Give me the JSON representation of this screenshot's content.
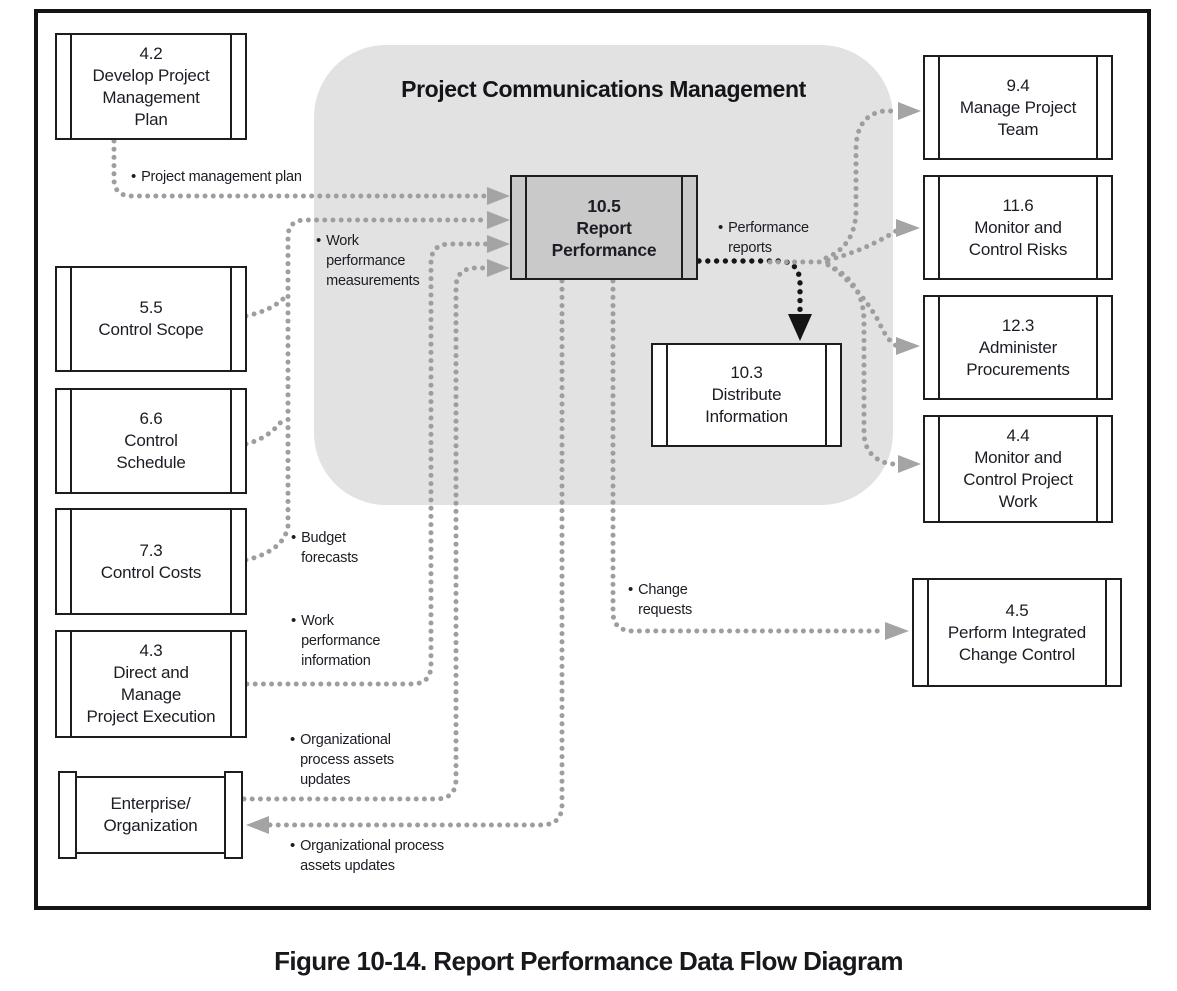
{
  "figure_caption": "Figure 10-14. Report Performance Data Flow Diagram",
  "panel_title": "Project Communications Management",
  "bullet": "•",
  "boxes": {
    "develop_project_management_plan": {
      "num": "4.2",
      "name": "Develop Project\nManagement\nPlan"
    },
    "control_scope": {
      "num": "5.5",
      "name": "Control Scope"
    },
    "control_schedule": {
      "num": "6.6",
      "name": "Control\nSchedule"
    },
    "control_costs": {
      "num": "7.3",
      "name": "Control Costs"
    },
    "direct_and_manage_project_execution": {
      "num": "4.3",
      "name": "Direct and\nManage\nProject Execution"
    },
    "enterprise_organization": {
      "name": "Enterprise/\nOrganization"
    },
    "report_performance": {
      "num": "10.5",
      "name": "Report\nPerformance"
    },
    "distribute_information": {
      "num": "10.3",
      "name": "Distribute\nInformation"
    },
    "manage_project_team": {
      "num": "9.4",
      "name": "Manage Project\nTeam"
    },
    "monitor_and_control_risks": {
      "num": "11.6",
      "name": "Monitor and\nControl Risks"
    },
    "administer_procurements": {
      "num": "12.3",
      "name": "Administer\nProcurements"
    },
    "monitor_and_control_project_work": {
      "num": "4.4",
      "name": "Monitor and\nControl Project\nWork"
    },
    "perform_integrated_change_control": {
      "num": "4.5",
      "name": "Perform Integrated\nChange Control"
    }
  },
  "flow_labels": {
    "project_management_plan": "Project management plan",
    "work_performance_measurements": "Work\nperformance\nmeasurements",
    "budget_forecasts": "Budget\nforecasts",
    "work_performance_information": "Work\nperformance\ninformation",
    "organizational_process_assets_updates_out": "Organizational\nprocess assets\nupdates",
    "organizational_process_assets_updates_in": "Organizational process\nassets updates",
    "performance_reports": "Performance\nreports",
    "change_requests": "Change\nrequests"
  },
  "colors": {
    "panel_fill": "#e2e2e2",
    "central_process_fill": "#c9c9c9",
    "connector_gray": "#9e9e9e",
    "connector_black": "#161616",
    "border_black": "#1d1d1d"
  }
}
